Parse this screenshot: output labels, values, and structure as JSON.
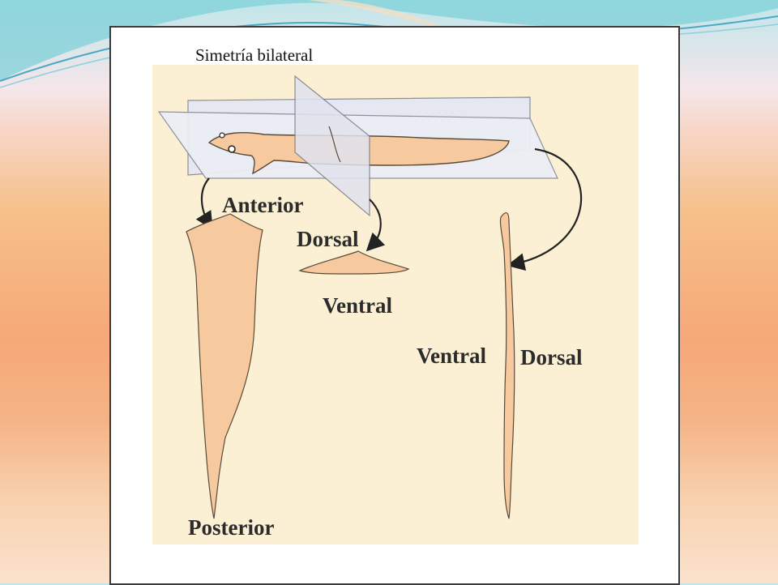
{
  "slide": {
    "title": "Simetría bilateral"
  },
  "diagram": {
    "labels": {
      "anterior": "Anterior",
      "posterior": "Posterior",
      "dorsal_cross": "Dorsal",
      "ventral_cross": "Ventral",
      "ventral_sagittal": "Ventral",
      "dorsal_sagittal": "Dorsal"
    },
    "colors": {
      "body_fill": "#f7c99e",
      "plane_fill": "#e9ebf3",
      "panel_bg": "#fbf0d4",
      "outline": "#5a4a3a"
    }
  }
}
